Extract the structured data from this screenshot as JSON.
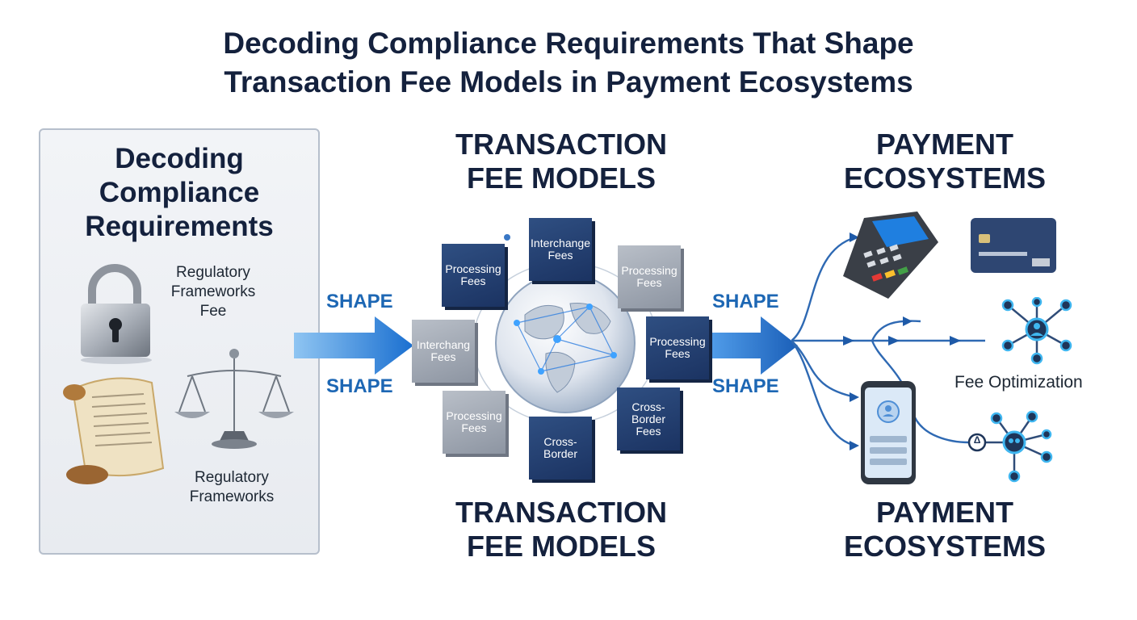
{
  "title": {
    "line1": "Decoding Compliance Requirements That Shape",
    "line2": "Transaction Fee Models in Payment Ecosystems"
  },
  "left_panel": {
    "heading_line1": "Decoding",
    "heading_line2": "Compliance",
    "heading_line3": "Requirements",
    "label_top_line1": "Regulatory",
    "label_top_line2": "Frameworks",
    "label_top_line3": "Fee",
    "label_bottom_line1": "Regulatory",
    "label_bottom_line2": "Frameworks",
    "icons": [
      "padlock-icon",
      "scroll-icon",
      "scales-icon"
    ]
  },
  "arrows": {
    "left_top": "SHAPE",
    "left_bottom": "SHAPE",
    "right_top": "SHAPE",
    "right_bottom": "SHAPE"
  },
  "center": {
    "heading_top_line1": "TRANSACTION",
    "heading_top_line2": "FEE MODELS",
    "heading_bottom_line1": "TRANSACTION",
    "heading_bottom_line2": "FEE MODELS",
    "cubes": [
      {
        "line1": "Interchange",
        "line2": "Fees"
      },
      {
        "line1": "Processing",
        "line2": "Fees"
      },
      {
        "line1": "Processing",
        "line2": "Fees"
      },
      {
        "line1": "Interchang",
        "line2": "Fees"
      },
      {
        "line1": "Processing",
        "line2": "Fees"
      },
      {
        "line1": "Processing",
        "line2": "Fees"
      },
      {
        "line1": "Cross-",
        "line2": "Border",
        "line3": "Fees"
      },
      {
        "line1": "Cross-",
        "line2": "Border"
      }
    ],
    "globe_icon": "globe-network-icon"
  },
  "right": {
    "heading_top_line1": "PAYMENT",
    "heading_top_line2": "ECOSYSTEMS",
    "heading_bottom_line1": "PAYMENT",
    "heading_bottom_line2": "ECOSYSTEMS",
    "fee_optimization": "Fee Optimization",
    "network_badge": "Δ",
    "icons": [
      "pos-terminal-icon",
      "credit-card-icon",
      "network-hub-icon",
      "smartphone-icon",
      "network-group-icon"
    ]
  },
  "colors": {
    "navy": "#14213d",
    "accent_blue": "#1d67b4",
    "cube_dark": "#1b3362",
    "cube_light": "#8d95a2"
  }
}
